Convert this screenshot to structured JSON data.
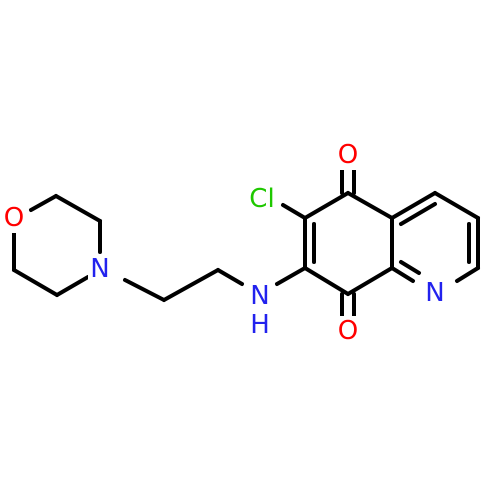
{
  "atoms": [
    {
      "id": "O_top",
      "label": "O",
      "color": "#ff0000"
    },
    {
      "id": "O_bottom",
      "label": "O",
      "color": "#ff0000"
    },
    {
      "id": "Cl",
      "label": "Cl",
      "color": "#1fc800"
    },
    {
      "id": "N_pyridine",
      "label": "N",
      "color": "#2222ee"
    },
    {
      "id": "N_amine",
      "label": "N",
      "color": "#2222ee"
    },
    {
      "id": "H_amine",
      "label": "H",
      "color": "#2222ee"
    },
    {
      "id": "N_morpholine",
      "label": "N",
      "color": "#2222ee"
    },
    {
      "id": "O_morpholine",
      "label": "O",
      "color": "#ff0000"
    }
  ]
}
